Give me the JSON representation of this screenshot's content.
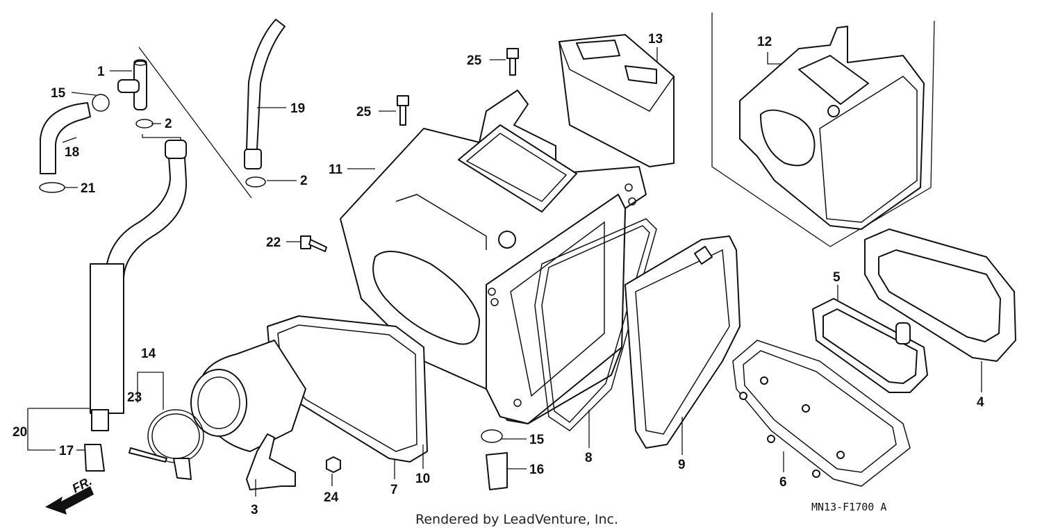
{
  "diagram_code": "MN13-F1700 A",
  "credit": "Rendered by LeadVenture, Inc.",
  "direction_label": "FR.",
  "callouts": [
    {
      "id": "c1",
      "label": "1"
    },
    {
      "id": "c15a",
      "label": "15"
    },
    {
      "id": "c2a",
      "label": "2"
    },
    {
      "id": "c18",
      "label": "18"
    },
    {
      "id": "c21",
      "label": "21"
    },
    {
      "id": "c19",
      "label": "19"
    },
    {
      "id": "c2b",
      "label": "2"
    },
    {
      "id": "c25a",
      "label": "25"
    },
    {
      "id": "c25b",
      "label": "25"
    },
    {
      "id": "c13",
      "label": "13"
    },
    {
      "id": "c12",
      "label": "12"
    },
    {
      "id": "c11",
      "label": "11"
    },
    {
      "id": "c22",
      "label": "22"
    },
    {
      "id": "c5",
      "label": "5"
    },
    {
      "id": "c4",
      "label": "4"
    },
    {
      "id": "c14",
      "label": "14"
    },
    {
      "id": "c23",
      "label": "23"
    },
    {
      "id": "c20",
      "label": "20"
    },
    {
      "id": "c17",
      "label": "17"
    },
    {
      "id": "c3",
      "label": "3"
    },
    {
      "id": "c24",
      "label": "24"
    },
    {
      "id": "c7",
      "label": "7"
    },
    {
      "id": "c10",
      "label": "10"
    },
    {
      "id": "c15b",
      "label": "15"
    },
    {
      "id": "c16",
      "label": "16"
    },
    {
      "id": "c8",
      "label": "8"
    },
    {
      "id": "c9",
      "label": "9"
    },
    {
      "id": "c6",
      "label": "6"
    }
  ]
}
